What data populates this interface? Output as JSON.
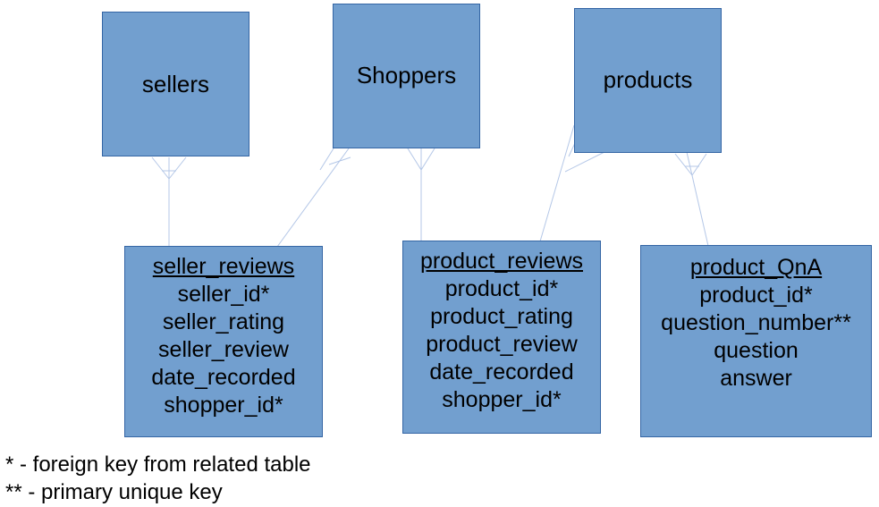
{
  "entities": {
    "sellers": {
      "label": "sellers"
    },
    "shoppers": {
      "label": "Shoppers"
    },
    "products": {
      "label": "products"
    }
  },
  "tables": {
    "seller_reviews": {
      "title": "seller_reviews",
      "fields": [
        "seller_id*",
        "seller_rating",
        "seller_review",
        "date_recorded",
        "shopper_id*"
      ]
    },
    "product_reviews": {
      "title": "product_reviews",
      "fields": [
        "product_id*",
        "product_rating",
        "product_review",
        "date_recorded",
        "shopper_id*"
      ]
    },
    "product_qna": {
      "title": "product_QnA",
      "fields": [
        "product_id*",
        "question_number**",
        "question",
        "answer"
      ]
    }
  },
  "legend": {
    "foreign_key": "* - foreign key from related table",
    "primary_key": "** - primary unique key"
  },
  "colors": {
    "box_fill": "#729fcf",
    "box_border": "#3465a4",
    "connector": "#b4c7e7"
  }
}
